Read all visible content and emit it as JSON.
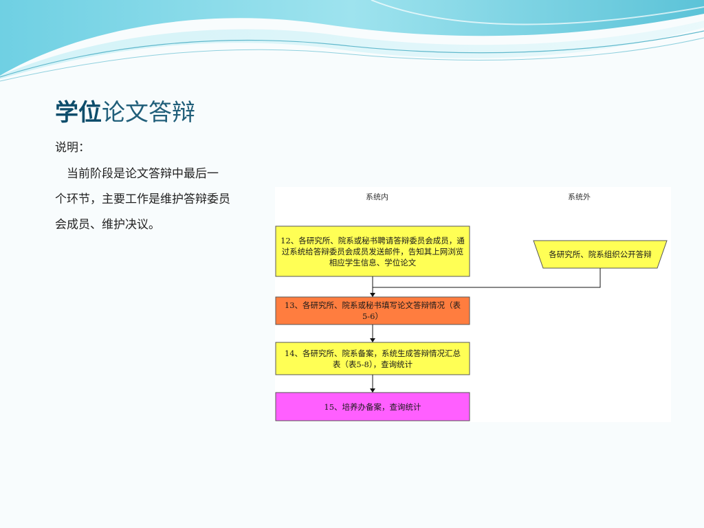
{
  "title": {
    "bold_part": "学位",
    "light_part": "论文答辩"
  },
  "description": {
    "label": "说明：",
    "lines": [
      "　当前阶段是论文答辩中最后一",
      "个环节，主要工作是维护答辩委员",
      "会成员、维护决议。"
    ]
  },
  "diagram": {
    "columns": {
      "inside": "系统内",
      "outside": "系统外"
    },
    "steps": [
      {
        "id": "step12",
        "text": "12、各研究所、院系或秘书聘请答辩委员会成员，通过系统给答辩委员会成员发送邮件，告知其上网浏览相应学生信息、学位论文",
        "color": "#ffff55"
      },
      {
        "id": "step13",
        "text": "13、各研究所、院系或秘书填写论文答辩情况（表5-6）",
        "color": "#ff7d3f"
      },
      {
        "id": "step14",
        "text": "14、各研究所、院系备案，系统生成答辩情况汇总表（表5-8），查询统计",
        "color": "#ffff55"
      },
      {
        "id": "step15",
        "text": "15、培养办备案，查询统计",
        "color": "#ff5fff"
      }
    ],
    "external": {
      "id": "external",
      "text": "各研究所、院系组织公开答辩",
      "color": "#ffff55"
    }
  }
}
